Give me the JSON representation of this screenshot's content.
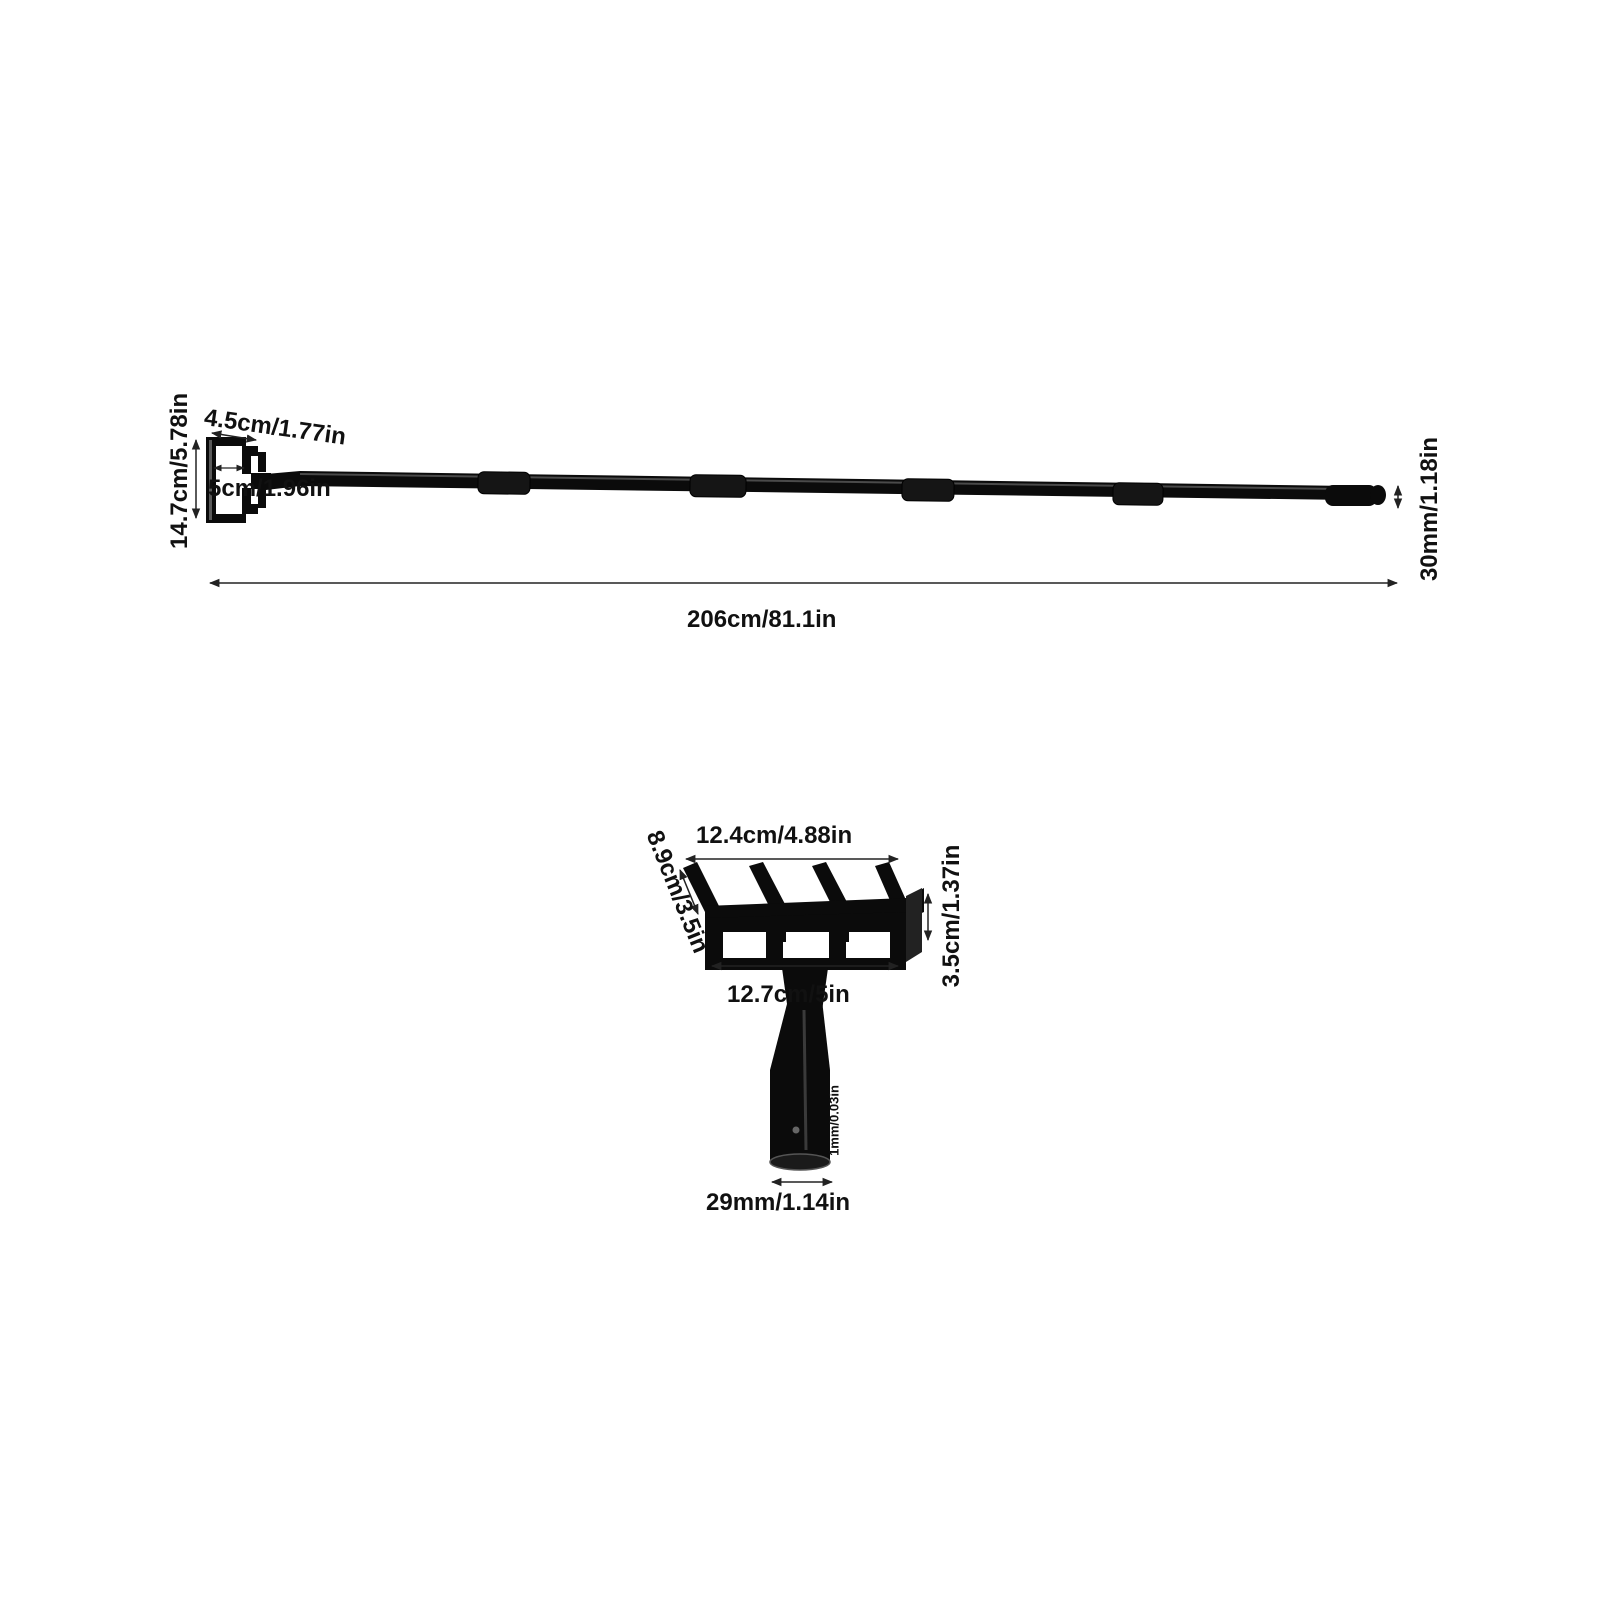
{
  "dimensions": {
    "head_height": "14.7cm/5.78in",
    "head_depth": "4.5cm/1.77in",
    "head_inner": "5cm/1.96in",
    "total_length": "206cm/81.1in",
    "pole_diameter": "30mm/1.18in",
    "rake_top_width": "12.4cm/4.88in",
    "rake_tine_length": "8.9cm/3.5in",
    "rake_bottom_width": "12.7cm/5in",
    "rake_height": "3.5cm/1.37in",
    "wall_thickness": "1mm/0.03in",
    "socket_diameter": "29mm/1.14in"
  },
  "colors": {
    "product": "#0b0b0b",
    "highlight": "#3a3a3a",
    "dimension_line": "#222222",
    "background": "#ffffff"
  }
}
